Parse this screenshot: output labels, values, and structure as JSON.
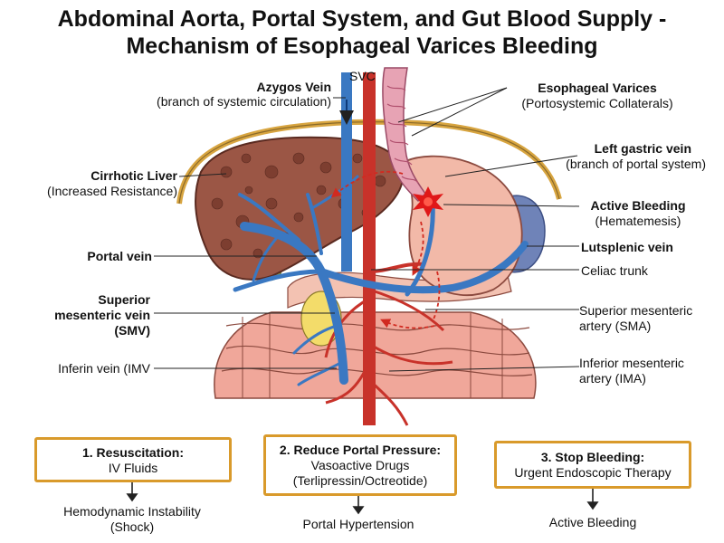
{
  "title": {
    "line1": "Abdominal Aorta, Portal System, and Gut Blood Supply -",
    "line2": "Mechanism of Esophageal Varices Bleeding"
  },
  "labels": {
    "svc": "SVC",
    "azygos_title": "Azygos Vein",
    "azygos_sub": "(branch of systemic circulation)",
    "varices_title": "Esophageal Varices",
    "varices_sub": "(Portosystemic Collaterals)",
    "left_gastric_title": "Left gastric vein",
    "left_gastric_sub": "(branch of portal system)",
    "liver_title": "Cirrhotic Liver",
    "liver_sub": "(Increased Resistance)",
    "bleeding_title": "Active Bleeding",
    "bleeding_sub": "(Hematemesis)",
    "splenic": "Lutsplenic vein",
    "portal": "Portal vein",
    "celiac": "Celiac trunk",
    "smv_l1": "Superior",
    "smv_l2": "mesenteric vein",
    "smv_l3": "(SMV)",
    "sma_l1": "Superior mesenteric",
    "sma_l2": "artery (SMA)",
    "imv": "Inferin vein (IMV",
    "ima_l1": "Inferior mesenteric",
    "ima_l2": "artery (IMA)"
  },
  "steps": [
    {
      "heading": "1. Resuscitation:",
      "sub1": "IV Fluids",
      "sub2": "",
      "outcome1": "Hemodynamic Instability",
      "outcome2": "(Shock)"
    },
    {
      "heading": "2. Reduce Portal Pressure:",
      "sub1": "Vasoactive Drugs",
      "sub2": "(Terlipressin/Octreotide)",
      "outcome1": "Portal Hypertension",
      "outcome2": ""
    },
    {
      "heading": "3. Stop Bleeding:",
      "sub1": "Urgent Endoscopic Therapy",
      "sub2": "",
      "outcome1": "Active Bleeding",
      "outcome2": ""
    }
  ],
  "colors": {
    "box_border": "#d99a2b",
    "vein": "#3a78c2",
    "artery": "#c8322a",
    "liver": "#9b5645",
    "stomach": "#f2b9a8",
    "intestine": "#f0a79a",
    "spleen": "#6f83b8",
    "bleed": "#e01818"
  }
}
